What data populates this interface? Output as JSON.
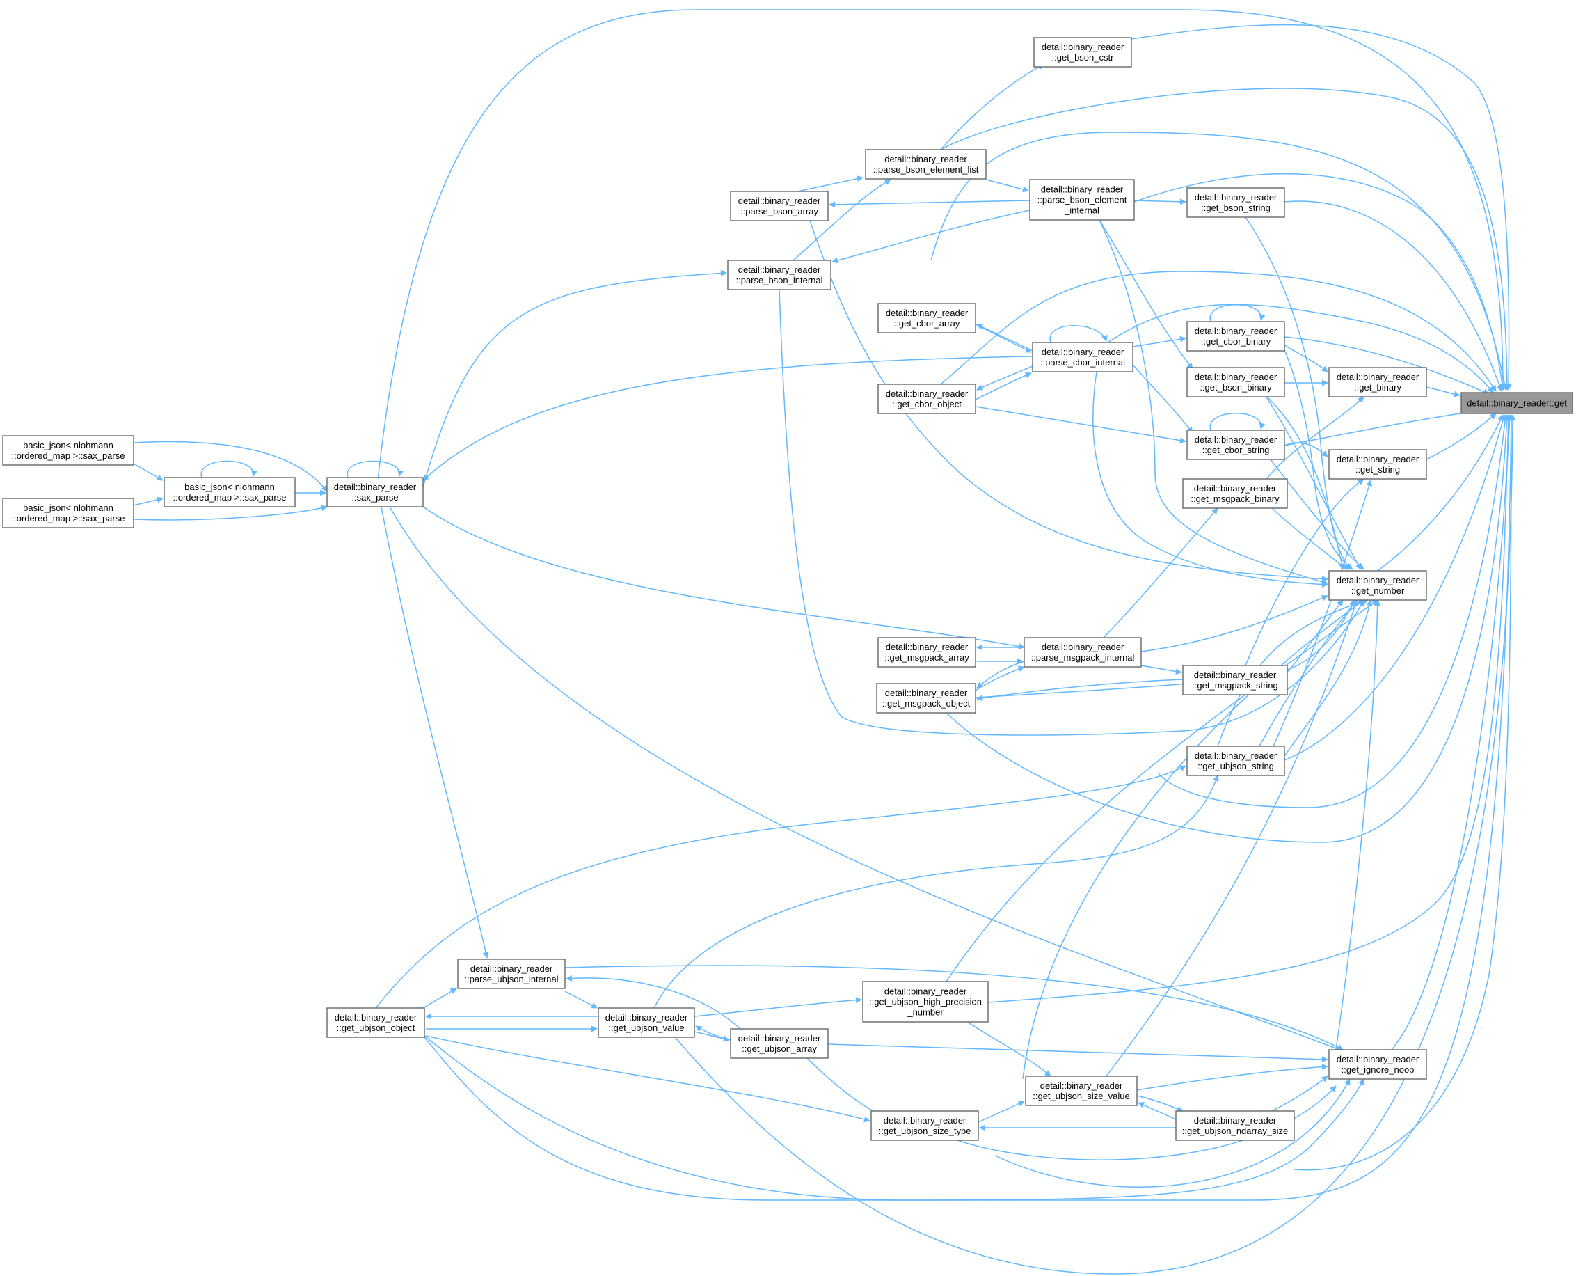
{
  "diagram": {
    "kind": "caller graph",
    "colors": {
      "edge": "#63b8ff",
      "node_border": "#666666",
      "root_fill": "#999999",
      "background": "#ffffff"
    },
    "nodes": [
      {
        "id": "get",
        "lines": [
          "detail::binary_reader::get"
        ]
      },
      {
        "id": "get_bson_cstr",
        "lines": [
          "detail::binary_reader",
          "::get_bson_cstr"
        ]
      },
      {
        "id": "parse_bson_element_list",
        "lines": [
          "detail::binary_reader",
          "::parse_bson_element_list"
        ]
      },
      {
        "id": "parse_bson_array",
        "lines": [
          "detail::binary_reader",
          "::parse_bson_array"
        ]
      },
      {
        "id": "parse_bson_element_internal",
        "lines": [
          "detail::binary_reader",
          "::parse_bson_element",
          "_internal"
        ]
      },
      {
        "id": "get_bson_string",
        "lines": [
          "detail::binary_reader",
          "::get_bson_string"
        ]
      },
      {
        "id": "parse_bson_internal",
        "lines": [
          "detail::binary_reader",
          "::parse_bson_internal"
        ]
      },
      {
        "id": "get_cbor_array",
        "lines": [
          "detail::binary_reader",
          "::get_cbor_array"
        ]
      },
      {
        "id": "parse_cbor_internal",
        "lines": [
          "detail::binary_reader",
          "::parse_cbor_internal"
        ]
      },
      {
        "id": "get_cbor_binary",
        "lines": [
          "detail::binary_reader",
          "::get_cbor_binary"
        ]
      },
      {
        "id": "get_cbor_object",
        "lines": [
          "detail::binary_reader",
          "::get_cbor_object"
        ]
      },
      {
        "id": "get_bson_binary",
        "lines": [
          "detail::binary_reader",
          "::get_bson_binary"
        ]
      },
      {
        "id": "get_binary",
        "lines": [
          "detail::binary_reader",
          "::get_binary"
        ]
      },
      {
        "id": "get_cbor_string",
        "lines": [
          "detail::binary_reader",
          "::get_cbor_string"
        ]
      },
      {
        "id": "get_string",
        "lines": [
          "detail::binary_reader",
          "::get_string"
        ]
      },
      {
        "id": "get_msgpack_binary",
        "lines": [
          "detail::binary_reader",
          "::get_msgpack_binary"
        ]
      },
      {
        "id": "bj_sax1",
        "lines": [
          "basic_json< nlohmann",
          "::ordered_map >::sax_parse"
        ]
      },
      {
        "id": "bj_sax_mid",
        "lines": [
          "basic_json< nlohmann",
          "::ordered_map >::sax_parse"
        ]
      },
      {
        "id": "bj_sax2",
        "lines": [
          "basic_json< nlohmann",
          "::ordered_map >::sax_parse"
        ]
      },
      {
        "id": "sax_parse",
        "lines": [
          "detail::binary_reader",
          "::sax_parse"
        ]
      },
      {
        "id": "get_number",
        "lines": [
          "detail::binary_reader",
          "::get_number"
        ]
      },
      {
        "id": "get_msgpack_array",
        "lines": [
          "detail::binary_reader",
          "::get_msgpack_array"
        ]
      },
      {
        "id": "parse_msgpack_internal",
        "lines": [
          "detail::binary_reader",
          "::parse_msgpack_internal"
        ]
      },
      {
        "id": "get_msgpack_string",
        "lines": [
          "detail::binary_reader",
          "::get_msgpack_string"
        ]
      },
      {
        "id": "get_msgpack_object",
        "lines": [
          "detail::binary_reader",
          "::get_msgpack_object"
        ]
      },
      {
        "id": "get_ubjson_string",
        "lines": [
          "detail::binary_reader",
          "::get_ubjson_string"
        ]
      },
      {
        "id": "parse_ubjson_internal",
        "lines": [
          "detail::binary_reader",
          "::parse_ubjson_internal"
        ]
      },
      {
        "id": "get_ubjson_high_precision_number",
        "lines": [
          "detail::binary_reader",
          "::get_ubjson_high_precision",
          "_number"
        ]
      },
      {
        "id": "get_ubjson_object",
        "lines": [
          "detail::binary_reader",
          "::get_ubjson_object"
        ]
      },
      {
        "id": "get_ubjson_value",
        "lines": [
          "detail::binary_reader",
          "::get_ubjson_value"
        ]
      },
      {
        "id": "get_ubjson_array",
        "lines": [
          "detail::binary_reader",
          "::get_ubjson_array"
        ]
      },
      {
        "id": "get_ignore_noop",
        "lines": [
          "detail::binary_reader",
          "::get_ignore_noop"
        ]
      },
      {
        "id": "get_ubjson_size_value",
        "lines": [
          "detail::binary_reader",
          "::get_ubjson_size_value"
        ]
      },
      {
        "id": "get_ubjson_size_type",
        "lines": [
          "detail::binary_reader",
          "::get_ubjson_size_type"
        ]
      },
      {
        "id": "get_ubjson_ndarray_size",
        "lines": [
          "detail::binary_reader",
          "::get_ubjson_ndarray_size"
        ]
      }
    ]
  }
}
